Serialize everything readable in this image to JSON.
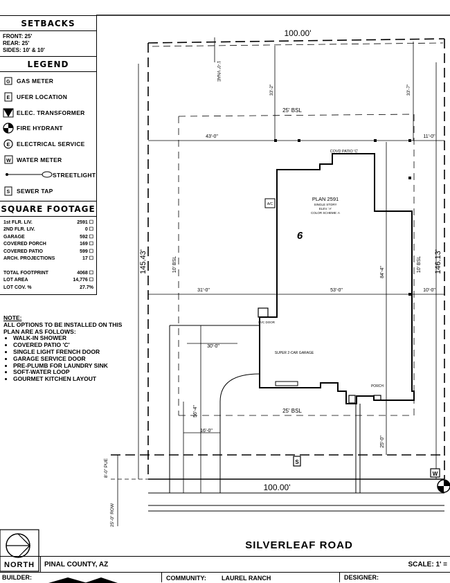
{
  "setbacks": {
    "title": "SETBACKS",
    "front": "FRONT: 25'",
    "rear": "REAR: 25'",
    "sides": "SIDES: 10' & 10'"
  },
  "legend": {
    "title": "LEGEND",
    "items": [
      {
        "icon": "gas-meter-icon",
        "label": "GAS METER"
      },
      {
        "icon": "ufer-location-icon",
        "label": "UFER LOCATION"
      },
      {
        "icon": "elec-transformer-icon",
        "label": "ELEC. TRANSFORMER"
      },
      {
        "icon": "fire-hydrant-icon",
        "label": "FIRE HYDRANT"
      },
      {
        "icon": "electrical-service-icon",
        "label": "ELECTRICAL SERVICE"
      },
      {
        "icon": "water-meter-icon",
        "label": "WATER METER"
      },
      {
        "icon": "streetlight-icon",
        "label": "STREETLIGHT"
      },
      {
        "icon": "sewer-tap-icon",
        "label": "SEWER TAP"
      }
    ]
  },
  "square_footage": {
    "title": "SQUARE FOOTAGE",
    "rows": [
      {
        "label": "1st FLR. LIV.",
        "value": "2591 ☐"
      },
      {
        "label": "2ND FLR. LIV.",
        "value": "0 ☐"
      },
      {
        "label": "GARAGE",
        "value": "592 ☐"
      },
      {
        "label": "COVERED PORCH",
        "value": "169 ☐"
      },
      {
        "label": "COVERED PATIO",
        "value": "599 ☐"
      },
      {
        "label": "ARCH. PROJECTIONS",
        "value": "17 ☐"
      }
    ],
    "totals": [
      {
        "label": "TOTAL FOOTPRINT",
        "value": "4068 ☐"
      },
      {
        "label": "LOT AREA",
        "value": "14,776 ☐"
      },
      {
        "label": "LOT COV. %",
        "value": "27.7%"
      }
    ]
  },
  "notes": {
    "title": "NOTE:",
    "intro": "ALL OPTIONS TO BE INSTALLED ON THIS PLAN ARE AS FOLLOWS:",
    "items": [
      "WALK-IN SHOWER",
      "COVERED PATIO 'C'",
      "SINGLE LIGHT FRENCH DOOR",
      "GARAGE SERVICE DOOR",
      "PRE-PLUMB FOR LAUNDRY SINK",
      "SOFT-WATER LOOP",
      "GOURMET KITCHEN LAYOUT"
    ]
  },
  "plan": {
    "top_dim": "100.00'",
    "bottom_dim": "100.00'",
    "left_dim": "145.43'",
    "right_dim": "146.13'",
    "vnae": "1'-0\" VNAE",
    "rear_dist_left": "33'-2\"",
    "rear_dist_right": "33'-7\"",
    "rear_bsl": "25' BSL",
    "front_bsl": "25' BSL",
    "left_bsl": "10' BSL",
    "right_bsl": "10' BSL",
    "dim_left_top": "43'-0\"",
    "dim_right_top": "11'-0\"",
    "dim_left_mid": "31'-0\"",
    "dim_center_mid": "53'-0\"",
    "dim_right_mid": "10'-0\"",
    "dim_depth": "84'-4\"",
    "driveway_width": "30'-0\"",
    "driveway_depth": "56'-4\"",
    "driveway_width2": "16'-0\"",
    "front_dist": "25'-0\"",
    "pue": "8'-0\" PUE",
    "row": "25'-0\" ROW",
    "patio_label": "COVD PATIO 'C'",
    "ac_label": "A/C",
    "plan_title": "PLAN 2591",
    "plan_sub1": "SINGLE STORY",
    "plan_sub2": "ELEV. 'A'",
    "plan_sub3": "COLOR SCHEME: A",
    "lot_number": "6",
    "garage_label": "SUPER 2-CAR GARAGE",
    "svc_door": "SVC DOOR",
    "porch_label": "PORCH",
    "sewer_label": "S",
    "water_label": "W",
    "street": "SILVERLEAF ROAD"
  },
  "footer": {
    "north": "NORTH",
    "county": "PINAL COUNTY, AZ",
    "scale": "SCALE: 1' =",
    "builder": "BUILDER:",
    "community_label": "COMMUNITY:",
    "community": "LAUREL RANCH",
    "designer": "DESIGNER:"
  }
}
